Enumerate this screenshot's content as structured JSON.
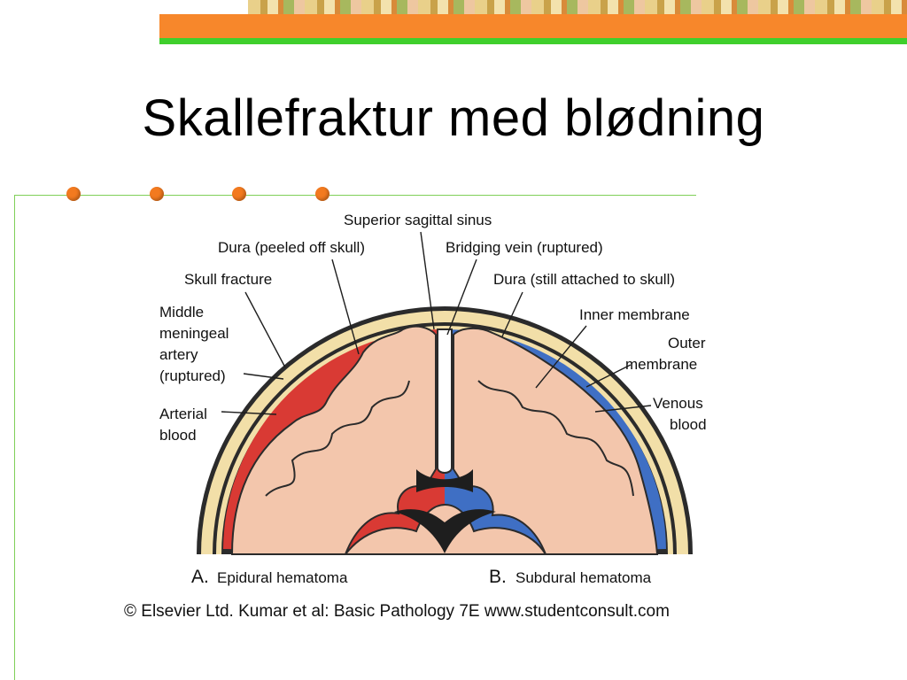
{
  "slide": {
    "title": "Skallefraktur med blødning"
  },
  "figure": {
    "labels": {
      "superior_sagittal_sinus": "Superior sagittal sinus",
      "dura_peeled": "Dura (peeled off skull)",
      "bridging_vein": "Bridging vein (ruptured)",
      "skull_fracture": "Skull fracture",
      "dura_attached": "Dura (still attached to skull)",
      "middle_meningeal_1": "Middle",
      "middle_meningeal_2": "meningeal",
      "middle_meningeal_3": "artery",
      "middle_meningeal_4": "(ruptured)",
      "inner_membrane": "Inner membrane",
      "outer_membrane_1": "Outer",
      "outer_membrane_2": "membrane",
      "arterial_blood_1": "Arterial",
      "arterial_blood_2": "blood",
      "venous_blood_1": "Venous",
      "venous_blood_2": "blood"
    },
    "panel_a_letter": "A.",
    "panel_a_text": "Epidural hematoma",
    "panel_b_letter": "B.",
    "panel_b_text": "Subdural hematoma",
    "credit": "© Elsevier Ltd. Kumar et al: Basic Pathology 7E www.studentconsult.com",
    "colors": {
      "arterial_blood": "#d93a34",
      "venous_blood": "#3f6fc4",
      "brain": "#f3c6ac",
      "skull": "#f2dfa8",
      "accent_orange": "#f7872b",
      "accent_green": "#3fcf2c"
    }
  }
}
